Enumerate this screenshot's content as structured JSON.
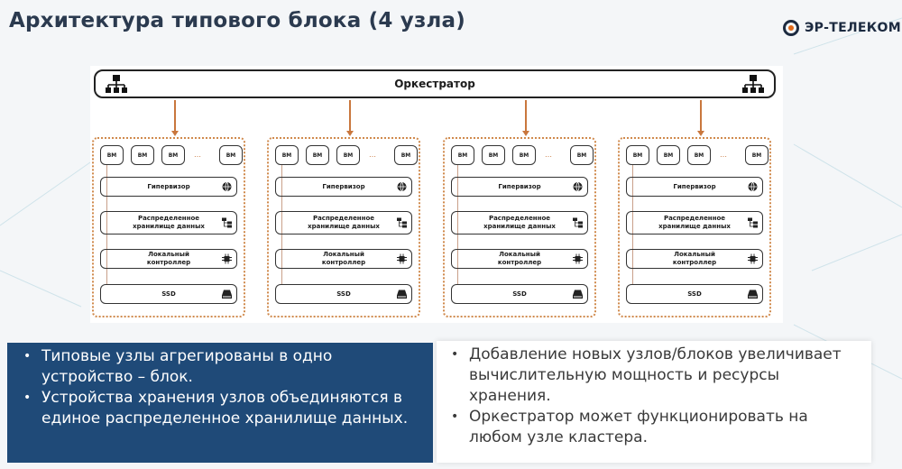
{
  "header": {
    "title": "Архитектура типового блока (4 узла)",
    "logo_text": "ЭР-ТЕЛЕКОМ"
  },
  "diagram": {
    "orchestrator_label": "Оркестратор",
    "orchestrator_icon": "network-hierarchy-icon",
    "node_count": 4,
    "nodes": [
      {
        "vms": [
          "ВМ",
          "ВМ",
          "ВМ",
          "ВМ"
        ],
        "ellipsis": "…",
        "layers": [
          {
            "label": "Гипервизор",
            "icon": "globe-icon"
          },
          {
            "label": "Распределенное хранилище данных",
            "icon": "storage-tree-icon"
          },
          {
            "label": "Локальный контроллер",
            "icon": "chip-icon"
          },
          {
            "label": "SSD",
            "icon": "disk-icon"
          }
        ]
      },
      {
        "vms": [
          "ВМ",
          "ВМ",
          "ВМ",
          "ВМ"
        ],
        "ellipsis": "…",
        "layers": [
          {
            "label": "Гипервизор",
            "icon": "globe-icon"
          },
          {
            "label": "Распределенное хранилище данных",
            "icon": "storage-tree-icon"
          },
          {
            "label": "Локальный контроллер",
            "icon": "chip-icon"
          },
          {
            "label": "SSD",
            "icon": "disk-icon"
          }
        ]
      },
      {
        "vms": [
          "ВМ",
          "ВМ",
          "ВМ",
          "ВМ"
        ],
        "ellipsis": "…",
        "layers": [
          {
            "label": "Гипервизор",
            "icon": "globe-icon"
          },
          {
            "label": "Распределенное хранилище данных",
            "icon": "storage-tree-icon"
          },
          {
            "label": "Локальный контроллер",
            "icon": "chip-icon"
          },
          {
            "label": "SSD",
            "icon": "disk-icon"
          }
        ]
      },
      {
        "vms": [
          "ВМ",
          "ВМ",
          "ВМ",
          "ВМ"
        ],
        "ellipsis": "…",
        "layers": [
          {
            "label": "Гипервизор",
            "icon": "globe-icon"
          },
          {
            "label": "Распределенное хранилище данных",
            "icon": "storage-tree-icon"
          },
          {
            "label": "Локальный контроллер",
            "icon": "chip-icon"
          },
          {
            "label": "SSD",
            "icon": "disk-icon"
          }
        ]
      }
    ]
  },
  "left_panel": {
    "bullets": [
      "Типовые узлы агрегированы в одно устройство – блок.",
      "Устройства хранения узлов объединяются в единое распределенное хранилище данных."
    ]
  },
  "right_panel": {
    "bullets": [
      "Добавление новых узлов/блоков увеличивает вычислительную мощность и ресурсы хранения.",
      "Оркестратор может функционировать на любом узле кластера."
    ]
  },
  "colors": {
    "title": "#2b3a4f",
    "accent_orange": "#c9773d",
    "panel_dark": "#1f4a78"
  }
}
